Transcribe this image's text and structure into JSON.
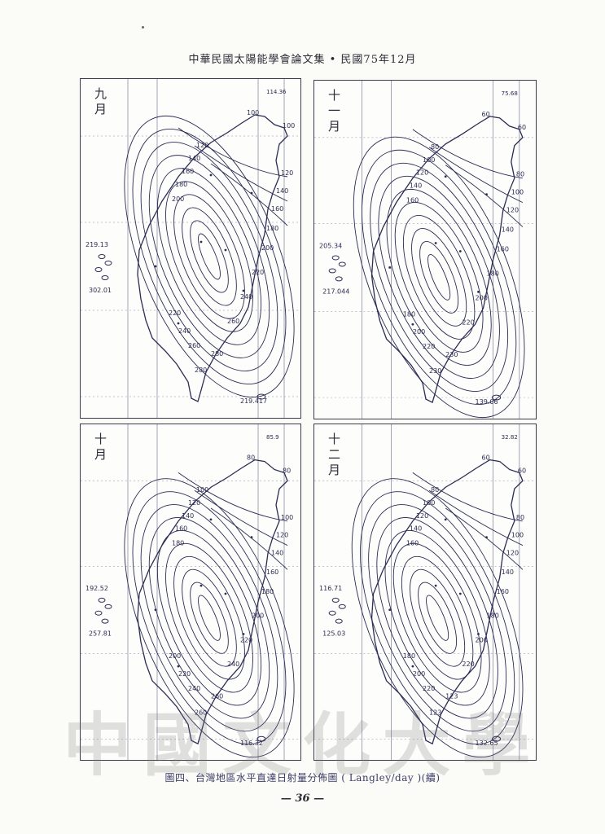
{
  "header": "中華民國太陽能學會論文集 • 民國75年12月",
  "caption": "圖四、台灣地區水平直達日射量分佈圖 ( Langley/day )(續)",
  "page_number": "— 36 —",
  "watermark": "中國文化大學",
  "panels": [
    {
      "month": "九月",
      "left_values": [
        "219.13",
        "302.01"
      ],
      "bottom_value": "219.417",
      "top_right_value": "114.36",
      "contour_labels": [
        "100",
        "120",
        "140",
        "160",
        "180",
        "200",
        "220",
        "240",
        "260",
        "280",
        "100",
        "120",
        "140",
        "160",
        "180",
        "200",
        "220",
        "240",
        "260",
        "280"
      ]
    },
    {
      "month": "十一月",
      "left_values": [
        "205.34",
        "217.044"
      ],
      "bottom_value": "139.06",
      "top_right_value": "75.68",
      "contour_labels": [
        "60",
        "80",
        "100",
        "120",
        "140",
        "160",
        "180",
        "200",
        "220",
        "230",
        "60",
        "80",
        "100",
        "120",
        "140",
        "160",
        "180",
        "200",
        "220",
        "230"
      ]
    },
    {
      "month": "十月",
      "left_values": [
        "192.52",
        "257.81"
      ],
      "bottom_value": "116.32",
      "top_right_value": "85.9",
      "contour_labels": [
        "80",
        "100",
        "120",
        "140",
        "160",
        "180",
        "200",
        "220",
        "240",
        "260",
        "80",
        "100",
        "120",
        "140",
        "160",
        "180",
        "200",
        "220",
        "240",
        "260"
      ]
    },
    {
      "month": "十二月",
      "left_values": [
        "116.71",
        "125.03"
      ],
      "bottom_value": "132.65",
      "top_right_value": "32.82",
      "contour_labels": [
        "60",
        "80",
        "100",
        "120",
        "140",
        "160",
        "180",
        "200",
        "220",
        "123",
        "60",
        "80",
        "100",
        "120",
        "140",
        "160",
        "180",
        "200",
        "220",
        "123"
      ]
    }
  ]
}
